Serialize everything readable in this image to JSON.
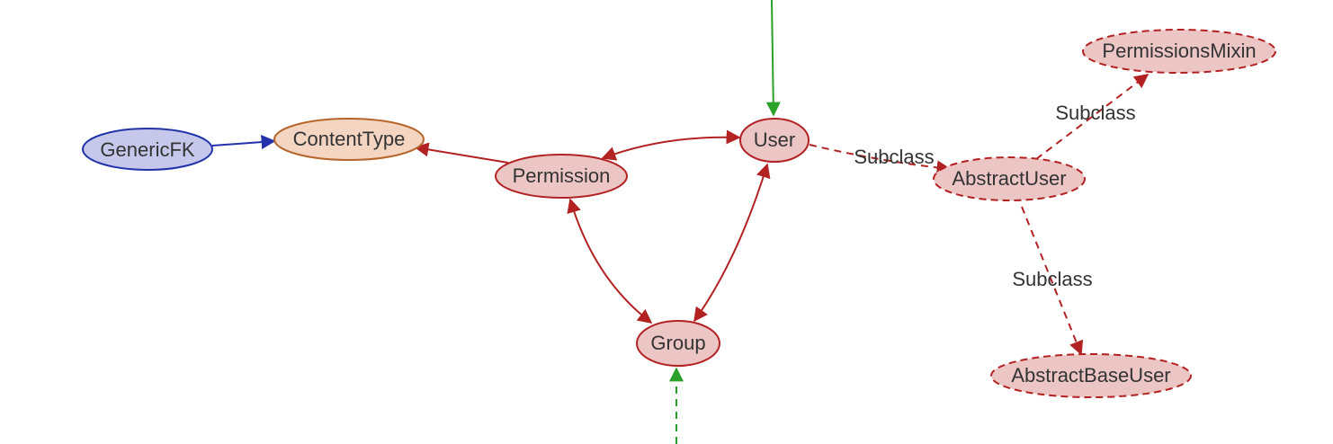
{
  "colors": {
    "red_stroke": "#b22222",
    "red_fill": "#ecc5c5",
    "green": "#2aa22a",
    "blue_stroke": "#2233aa",
    "blue_fill": "#c5c8ea",
    "orange_stroke": "#b5652a",
    "orange_fill": "#f3d5c2",
    "label": "#333333"
  },
  "nodes": {
    "generic_fk": {
      "label": "GenericFK"
    },
    "content_type": {
      "label": "ContentType"
    },
    "permission": {
      "label": "Permission"
    },
    "user": {
      "label": "User"
    },
    "group": {
      "label": "Group"
    },
    "abstract_user": {
      "label": "AbstractUser"
    },
    "permissions_mixin": {
      "label": "PermissionsMixin"
    },
    "abstract_base_user": {
      "label": "AbstractBaseUser"
    }
  },
  "edge_labels": {
    "user_to_abstract_user": "Subclass",
    "abstract_user_to_permissions_mixin": "Subclass",
    "abstract_user_to_abstract_base_user": "Subclass"
  }
}
